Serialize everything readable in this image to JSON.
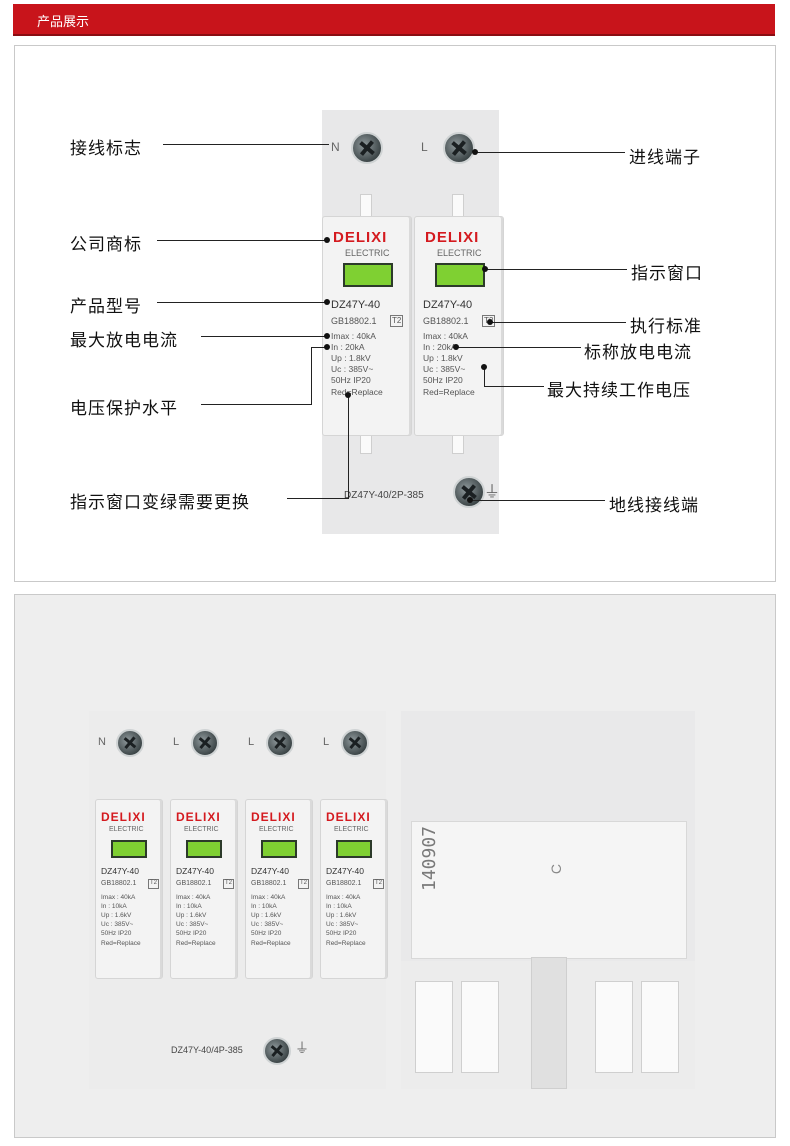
{
  "header": {
    "title": "产品展示"
  },
  "callouts_left": {
    "wiring_mark": "接线标志",
    "company_logo": "公司商标",
    "model": "产品型号",
    "max_discharge": "最大放电电流",
    "voltage_protection": "电压保护水平",
    "window_green": "指示窗口变绿需要更换"
  },
  "callouts_right": {
    "input_terminal": "进线端子",
    "indicator_window": "指示窗口",
    "standard": "执行标准",
    "nominal_discharge": "标称放电电流",
    "max_voltage": "最大持续工作电压",
    "ground_terminal": "地线接线端"
  },
  "device": {
    "brand": "DELIXI",
    "sub": "ELECTRIC",
    "model": "DZ47Y-40",
    "std": "GB18802.1",
    "class": "T2",
    "pole_n": "N",
    "pole_l": "L",
    "specs2p": [
      "Imax : 40kA",
      "In : 20kA",
      "Up : 1.8kV",
      "Uc : 385V~",
      "50Hz  IP20",
      "Red=Replace"
    ],
    "specs4p": [
      "Imax : 40kA",
      "In : 10kA",
      "Up : 1.6kV",
      "Uc : 385V~",
      "50Hz  IP20",
      "Red=Replace"
    ],
    "base_label_2p": "DZ47Y-40/2P-385",
    "base_label_4p": "DZ47Y-40/4P-385",
    "back_stamp": "140907",
    "back_mark": "C"
  }
}
